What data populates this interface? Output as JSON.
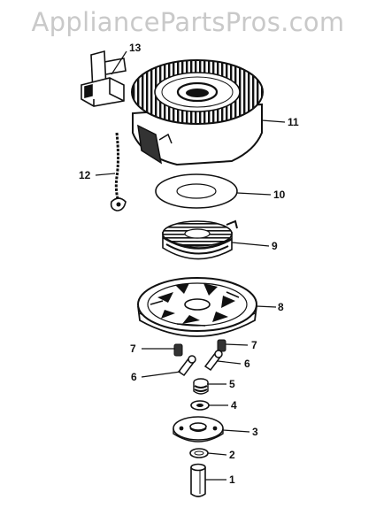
{
  "watermark": "AppliancePartsPros.com",
  "callouts": {
    "c13": "13",
    "c11": "11",
    "c12": "12",
    "c10": "10",
    "c9": "9",
    "c8": "8",
    "c7a": "7",
    "c7b": "7",
    "c6a": "6",
    "c6b": "6",
    "c5": "5",
    "c4": "4",
    "c3": "3",
    "c2": "2",
    "c1": "1"
  }
}
